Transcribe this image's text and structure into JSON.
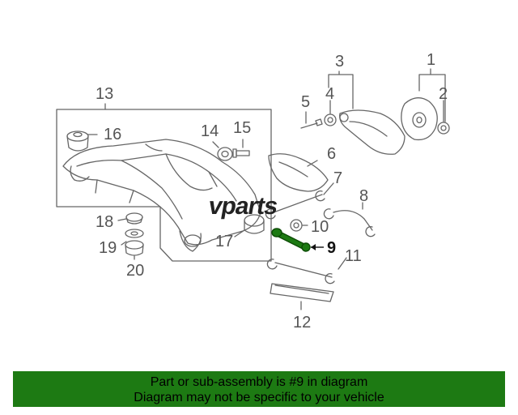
{
  "diagram": {
    "watermark": "vparts",
    "callouts": [
      "1",
      "2",
      "3",
      "4",
      "5",
      "6",
      "7",
      "8",
      "9",
      "10",
      "11",
      "12",
      "13",
      "14",
      "15",
      "16",
      "17",
      "18",
      "19",
      "20"
    ],
    "highlight_callout": "9",
    "highlight_color": "#1d7a13"
  },
  "banner": {
    "line1": "Part or sub-assembly is #9 in diagram",
    "line2": "Diagram may not be specific to your vehicle",
    "background": "#1d7a13"
  }
}
